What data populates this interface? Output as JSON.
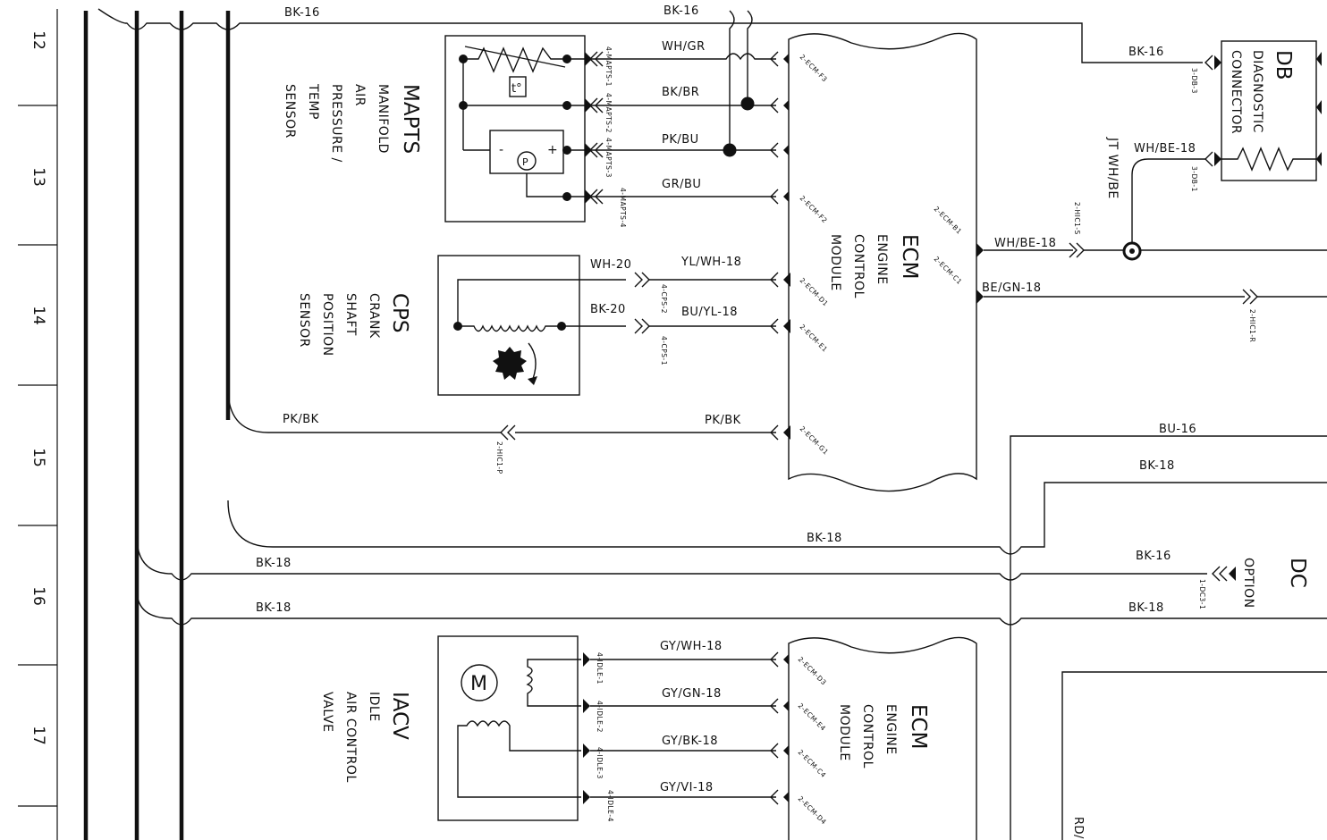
{
  "grid": {
    "rows": [
      "12",
      "13",
      "14",
      "15",
      "16",
      "17"
    ]
  },
  "components": {
    "mapts": {
      "abbr": "MAPTS",
      "lines": [
        "MANIFOLD",
        "AIR",
        "PRESSURE /",
        "TEMP",
        "SENSOR"
      ]
    },
    "cps": {
      "abbr": "CPS",
      "lines": [
        "CRANK",
        "SHAFT",
        "POSITION",
        "SENSOR"
      ]
    },
    "ecm_top": {
      "abbr": "ECM",
      "lines": [
        "ENGINE",
        "CONTROL",
        "MODULE"
      ]
    },
    "ecm_bottom": {
      "abbr": "ECM",
      "lines": [
        "ENGINE",
        "CONTROL",
        "MODULE"
      ]
    },
    "iacv": {
      "abbr": "IACV",
      "lines": [
        "IDLE",
        "AIR CONTROL",
        "VALVE"
      ]
    },
    "db": {
      "abbr": "DB",
      "lines": [
        "DIAGNOSTIC",
        "CONNECTOR"
      ]
    },
    "dc": {
      "abbr": "DC",
      "lines": [
        "OPTION"
      ]
    },
    "jt": {
      "label": "JT WH/BE"
    }
  },
  "wires": {
    "top_bk16_left": "BK-16",
    "top_bk16_mid": "BK-16",
    "db_bk16": "BK-16",
    "db_whbe18": "WH/BE-18",
    "mapts_whgr": "WH/GR",
    "mapts_bkbr": "BK/BR",
    "mapts_pkbu": "PK/BU",
    "mapts_grbu": "GR/BU",
    "cps_wh20": "WH-20",
    "cps_ylwh18": "YL/WH-18",
    "cps_bk20": "BK-20",
    "cps_buyl18": "BU/YL-18",
    "pkbk_left": "PK/BK",
    "pkbk_right": "PK/BK",
    "ecm_whbe18": "WH/BE-18",
    "ecm_begn18": "BE/GN-18",
    "bu16": "BU-16",
    "bk18_right_upper": "BK-18",
    "bk18_center": "BK-18",
    "bk18_left_a": "BK-18",
    "dc_bk16": "BK-16",
    "bk18_left_b": "BK-18",
    "bk18_right_lower": "BK-18",
    "iacv_gywh18": "GY/WH-18",
    "iacv_gygn18": "GY/GN-18",
    "iacv_gybk18": "GY/BK-18",
    "iacv_gyvi18": "GY/VI-18",
    "rd_partial": "RD/"
  },
  "pins": {
    "mapts_1": "4-MAPTS-1",
    "mapts_2": "4-MAPTS-2",
    "mapts_3": "4-MAPTS-3",
    "mapts_4": "4-MAPTS-4",
    "ecm_f3": "2-ECM-F3",
    "ecm_f2": "2-ECM-F2",
    "ecm_d1": "2-ECM-D1",
    "ecm_e1": "2-ECM-E1",
    "ecm_g1": "2-ECM-G1",
    "ecm_b1": "2-ECM-B1",
    "ecm_c1": "2-ECM-C1",
    "cps_1": "4-CPS-1",
    "cps_2": "4-CPS-2",
    "hic1_p": "2-HIC1-P",
    "hic1_s": "2-HIC1-S",
    "hic1_r": "2-HIC1-R",
    "db_3": "3-DB-3",
    "db_1": "3-DB-1",
    "dc3_1": "1-DC3-1",
    "idle_1": "4-IDLE-1",
    "idle_2": "4-IDLE-2",
    "idle_3": "4-IDLE-3",
    "idle_4": "4-IDLE-4",
    "ecm_d3": "2-ECM-D3",
    "ecm_e4": "2-ECM-E4",
    "ecm_c4": "2-ECM-C4",
    "ecm_d4": "2-ECM-D4"
  },
  "symbols": {
    "temp": "t°",
    "pressure": "P",
    "minus": "-",
    "plus": "+",
    "motor": "M"
  }
}
